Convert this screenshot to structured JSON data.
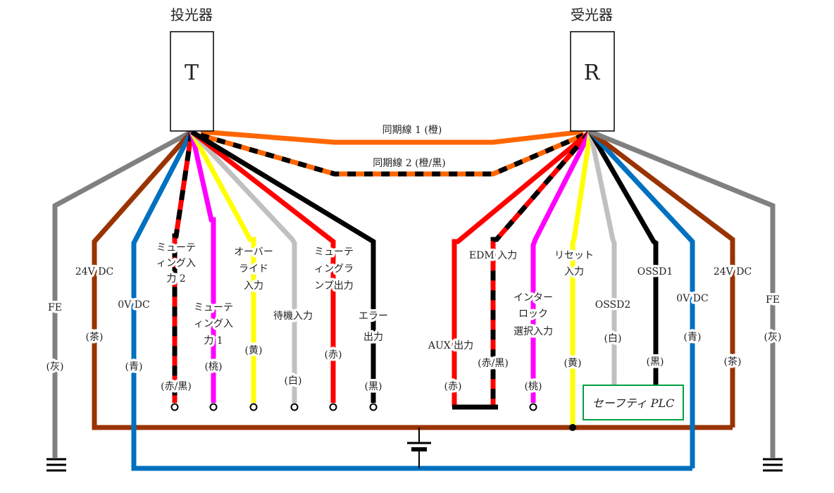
{
  "emitter": {
    "title": "投光器",
    "letter": "T"
  },
  "receiver": {
    "title": "受光器",
    "letter": "R"
  },
  "sync": [
    {
      "label": "同期線 1 (橙)"
    },
    {
      "label": "同期線 2 (橙/黒)"
    }
  ],
  "emitter_wires": [
    {
      "name": "FE",
      "color_label": "(灰)",
      "color": "#808080"
    },
    {
      "name": "24V DC",
      "color_label": "(茶)",
      "color": "#993300"
    },
    {
      "name": "0V DC",
      "color_label": "(青)",
      "color": "#0070c0"
    },
    {
      "name_lines": [
        "ミューテ",
        "ィング入",
        "力 2"
      ],
      "color_label": "(赤/黒)",
      "color": "#ff0000",
      "stripe": "#000000"
    },
    {
      "name_lines": [
        "ミューテ",
        "ィング入",
        "力 1"
      ],
      "color_label": "(桃)",
      "color": "#ff00ff"
    },
    {
      "name_lines": [
        "オーバー",
        "ライド",
        "入力"
      ],
      "color_label": "(黄)",
      "color": "#ffff00"
    },
    {
      "name": "待機入力",
      "color_label": "(白)",
      "color": "#c0c0c0"
    },
    {
      "name_lines": [
        "ミューテ",
        "ィングラ",
        "ンプ出力"
      ],
      "color_label": "(赤)",
      "color": "#ff0000"
    },
    {
      "name_lines": [
        "エラー",
        "出力"
      ],
      "color_label": "(黒)",
      "color": "#000000"
    }
  ],
  "receiver_wires": [
    {
      "name": "AUX 出力",
      "color_label": "(赤)",
      "color": "#ff0000"
    },
    {
      "name": "EDM 入力",
      "color_label": "(赤/黒)",
      "color": "#ff0000",
      "stripe": "#000000"
    },
    {
      "name_lines": [
        "インター",
        "ロック",
        "選択入力"
      ],
      "color_label": "(桃)",
      "color": "#ff00ff"
    },
    {
      "name_lines": [
        "リセット",
        "入力"
      ],
      "color_label": "(黄)",
      "color": "#ffff00"
    },
    {
      "name": "OSSD2",
      "color_label": "(白)",
      "color": "#c0c0c0"
    },
    {
      "name": "OSSD1",
      "color_label": "(黒)",
      "color": "#000000"
    },
    {
      "name": "0V DC",
      "color_label": "(青)",
      "color": "#0070c0"
    },
    {
      "name": "24V DC",
      "color_label": "(茶)",
      "color": "#993300"
    },
    {
      "name": "FE",
      "color_label": "(灰)",
      "color": "#808080"
    }
  ],
  "plc": {
    "label": "セーフティ PLC",
    "border_color": "#00a040"
  },
  "sync_color": "#ff6600"
}
